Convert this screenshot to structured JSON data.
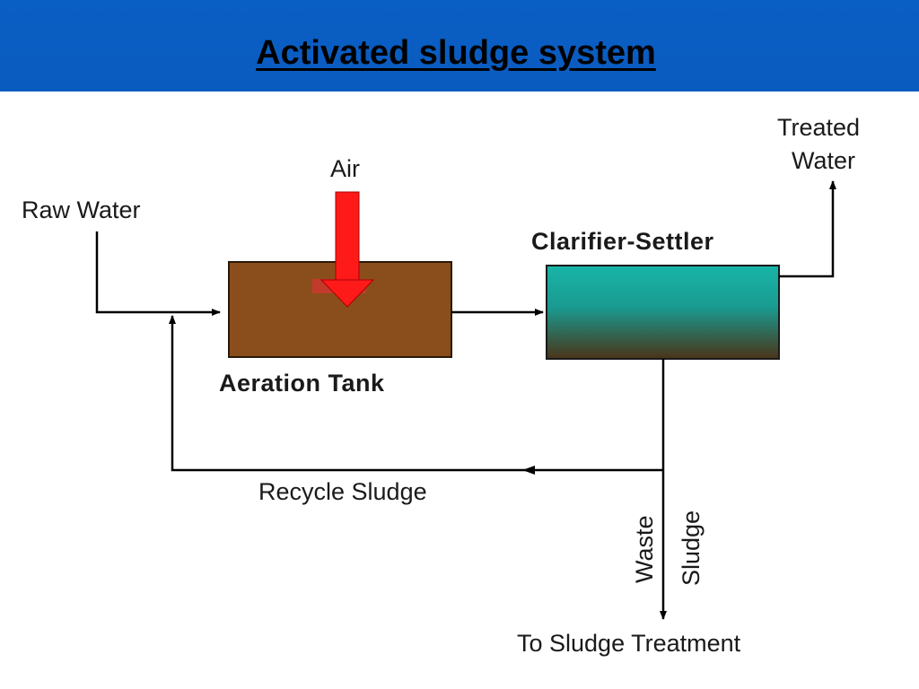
{
  "title": "Activated sludge system",
  "labels": {
    "raw_water": "Raw Water",
    "air": "Air",
    "aeration_tank": "Aeration Tank",
    "clarifier": "Clarifier-Settler",
    "treated_line1": "Treated",
    "treated_line2": "Water",
    "recycle_sludge": "Recycle Sludge",
    "waste": "Waste",
    "sludge": "Sludge",
    "to_sludge_treatment": "To Sludge Treatment"
  },
  "colors": {
    "banner": "#0a5fc4",
    "aeration_tank": "#8a4e1c",
    "clarifier_top": "#18b5a8",
    "clarifier_bottom": "#4a3418",
    "air_arrow": "#ff1a1a"
  }
}
